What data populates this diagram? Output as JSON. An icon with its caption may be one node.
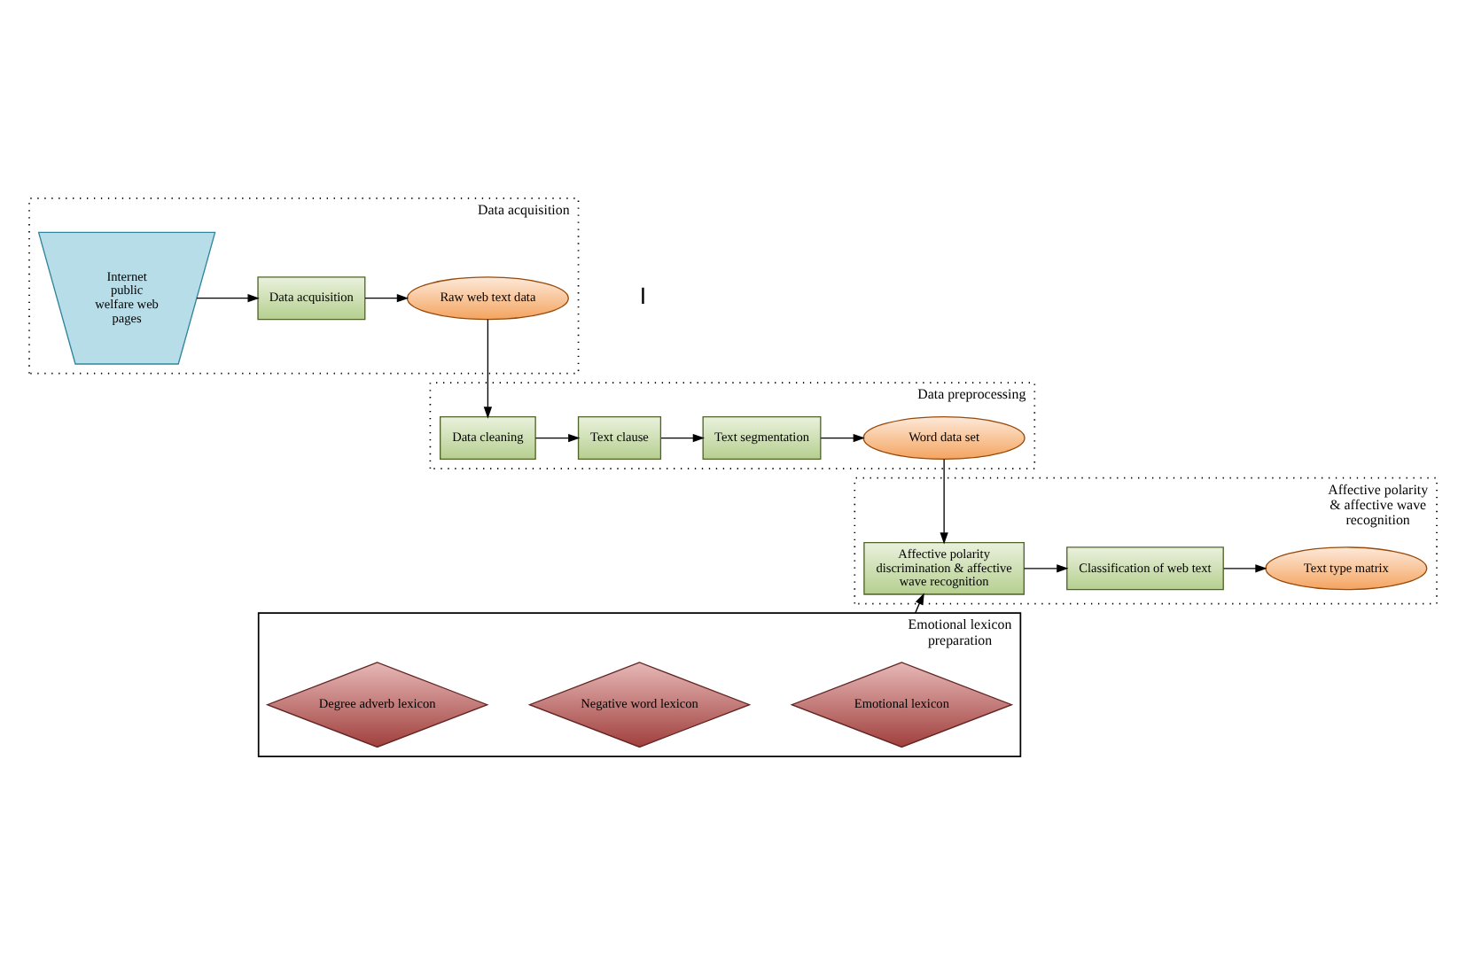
{
  "diagram": {
    "nodes": [
      {
        "text": [
          "Data acquisition"
        ]
      },
      {
        "text": [
          "Internet public welfare web pages"
        ],
        "in": 0
      },
      {
        "text": [
          "Data acquisition"
        ],
        "in": 0
      },
      {
        "text": [
          "Raw web text data"
        ],
        "in": 0
      },
      {
        "text": [
          "Data preprocessing"
        ]
      },
      {
        "text": [
          "Data cleaning"
        ],
        "in": 4
      },
      {
        "text": [
          "Text clause"
        ],
        "in": 4
      },
      {
        "text": [
          "Text segmentation"
        ],
        "in": 4
      },
      {
        "text": [
          "Word data set"
        ],
        "in": 4
      },
      {
        "text": [
          "Affective polarity & affective wave recognition"
        ]
      },
      {
        "text": [
          "Affective polarity discrimination & affective wave recognition"
        ],
        "in": 9
      },
      {
        "text": [
          "Classification of web text"
        ],
        "in": 9
      },
      {
        "text": [
          "Text type matrix"
        ],
        "in": 9
      },
      {
        "text": [
          "Emotional lexicon preparation"
        ]
      },
      {
        "text": [
          "Emotional lexicon"
        ],
        "in": 13
      },
      {
        "text": [
          "Negative word lexicon"
        ],
        "in": 13
      },
      {
        "text": [
          "Degree adverb lexicon"
        ],
        "in": 13
      }
    ],
    "edges": [
      {
        "from": 1,
        "to": 2,
        "arrow": "to"
      },
      {
        "from": 2,
        "to": 3,
        "arrow": "to"
      },
      {
        "from": 3,
        "to": 5,
        "arrow": "to"
      },
      {
        "from": 5,
        "to": 6,
        "arrow": "to"
      },
      {
        "from": 6,
        "to": 7,
        "arrow": "to"
      },
      {
        "from": 7,
        "to": 8,
        "arrow": "to"
      },
      {
        "from": 8,
        "to": 10,
        "arrow": "to"
      },
      {
        "from": 10,
        "to": 11,
        "arrow": "to"
      },
      {
        "from": 11,
        "to": 12,
        "arrow": "to"
      },
      {
        "from": 13,
        "to": 10,
        "arrow": "to"
      }
    ],
    "labels": [
      "I"
    ]
  }
}
